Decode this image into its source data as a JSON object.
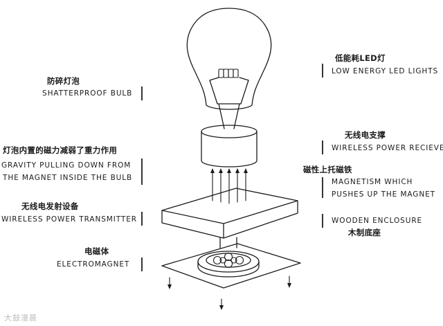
{
  "labels": {
    "bulb_cn": "防碎灯泡",
    "bulb_en": "SHATTERPROOF BULB",
    "led_cn": "低能耗LED灯",
    "led_en": "LOW ENERGY LED LIGHTS",
    "gravity_cn": "灯泡内置的磁力减弱了重力作用",
    "gravity_en_1": "GRAVITY PULLING DOWN FROM",
    "gravity_en_2": "THE MAGNET INSIDE THE BULB",
    "receiver_cn": "无线电支撑",
    "receiver_en": "WIRELESS POWER RECIEVER",
    "magnetism_cn": "磁性上托磁铁",
    "magnetism_en_1": "MAGNETISM WHICH",
    "magnetism_en_2": "PUSHES UP THE MAGNET",
    "transmitter_cn": "无线电发射设备",
    "transmitter_en": "WIRELESS POWER TRANSMITTER",
    "enclosure_en": "WOODEN ENCLOSURE",
    "enclosure_cn": "木制底座",
    "electromagnet_cn": "电磁体",
    "electromagnet_en": "ELECTROMAGNET"
  },
  "watermark": "大鼓漫晨",
  "colors": {
    "line": "#1a1a1a",
    "text": "#1a1a1a",
    "background": "#ffffff"
  }
}
